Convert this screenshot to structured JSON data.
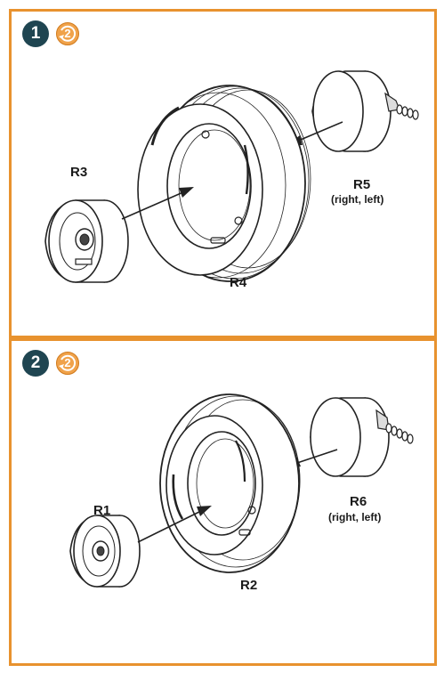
{
  "colors": {
    "frame": "#e8922e",
    "step_badge": "#1f4551",
    "rotate_badge": "#f0a24a"
  },
  "step1": {
    "number": "1",
    "rotate_number": "2",
    "parts": {
      "r3": "R3",
      "r4": "R4",
      "r5": "R5",
      "r5_note": "(right, left)"
    }
  },
  "step2": {
    "number": "2",
    "rotate_number": "2",
    "parts": {
      "r1": "R1",
      "r2": "R2",
      "r6": "R6",
      "r6_note": "(right, left)"
    }
  },
  "icons": [
    "rotate-icon",
    "arrow-icon"
  ]
}
